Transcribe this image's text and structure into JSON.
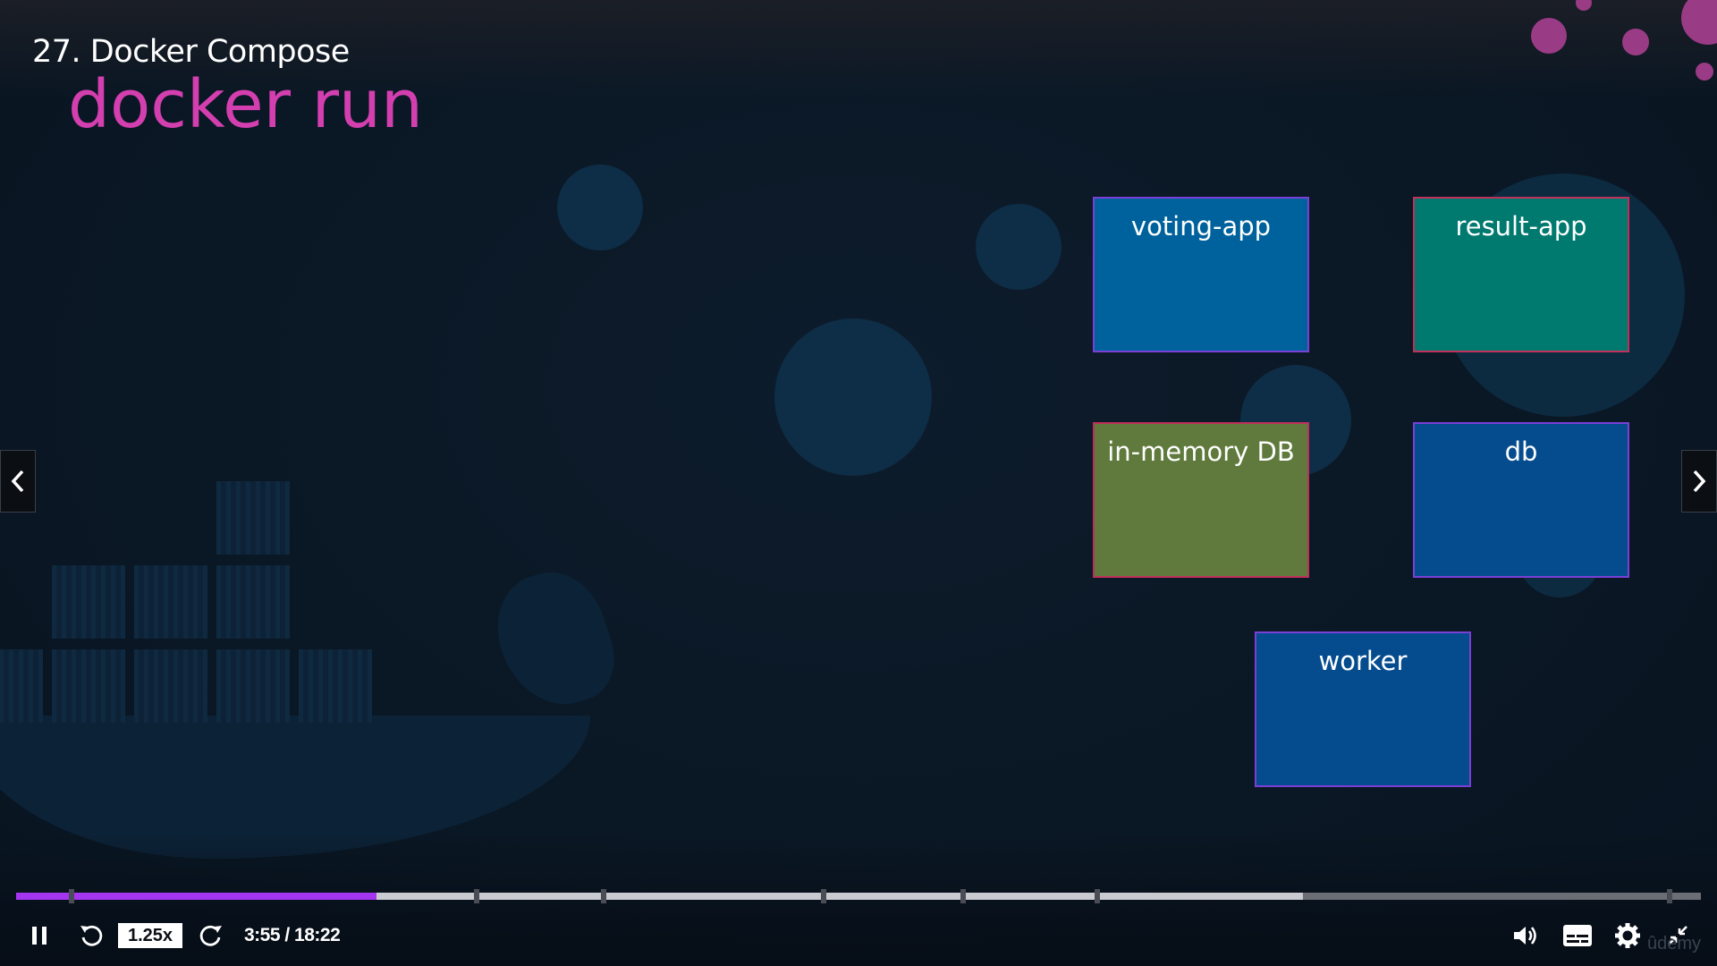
{
  "course": {
    "title": "27. Docker Compose"
  },
  "slide": {
    "title": "docker run",
    "boxes": [
      {
        "label": "voting-app",
        "fill": "#00629c",
        "border": "#7b3fd6"
      },
      {
        "label": "result-app",
        "fill": "#00796f",
        "border": "#c0305a"
      },
      {
        "label": "in-memory DB",
        "fill": "#5f7a3c",
        "border": "#c0305a"
      },
      {
        "label": "db",
        "fill": "#054c8f",
        "border": "#7b3fd6"
      },
      {
        "label": "worker",
        "fill": "#054c8f",
        "border": "#7b3fd6"
      }
    ]
  },
  "player": {
    "progress_fraction": 0.214,
    "buffered_fraction": 0.764,
    "speed_label": "1.25x",
    "time_label": "3:55 / 18:22",
    "accent_color": "#a435f0",
    "watermark": "ûdemy"
  },
  "icons": [
    "chevron-left-icon",
    "chevron-right-icon",
    "pause-icon",
    "rewind-icon",
    "forward-icon",
    "volume-icon",
    "captions-icon",
    "gear-icon",
    "exit-fullscreen-icon"
  ]
}
